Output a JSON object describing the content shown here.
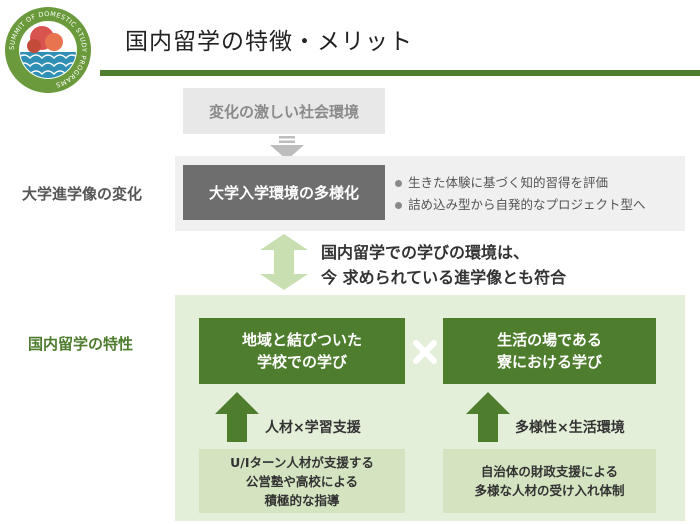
{
  "logo": {
    "ring_text": "SUMMIT OF DOMESTIC STUDY PROGRAMS",
    "colors": {
      "ring": "#6a9a3c",
      "leaf": "#d9534f",
      "wave": "#2f8fb5"
    }
  },
  "header": {
    "title": "国内留学の特徴・メリット"
  },
  "diagram": {
    "top_env": "変化の激しい社会環境",
    "change_label": "大学進学像の変化",
    "center_box": "大学入学環境の多様化",
    "bullets": [
      "生きた体験に基づく知的習得を評価",
      "詰め込み型から自発的なプロジェクト型へ"
    ],
    "message": {
      "line1": "国内留学での学びの環境は、",
      "line2": "今 求められている進学像とも符合"
    },
    "trait_label": "国内留学の特性",
    "left": {
      "box_line1": "地域と結びついた",
      "box_line2": "学校での学び",
      "sub_label": "人材×学習支援",
      "detail_line1": "U/Iターン人材が支援する",
      "detail_line2": "公営塾や高校による",
      "detail_line3": "積極的な指導"
    },
    "right": {
      "box_line1": "生活の場である",
      "box_line2": "寮における学び",
      "sub_label": "多様性×生活環境",
      "detail_line1": "自治体の財政支援による",
      "detail_line2": "多様な人材の受け入れ体制"
    }
  },
  "colors": {
    "green": "#4e7d2e",
    "light_green": "#e4efd9",
    "grey": "#e8e8e8",
    "dark_grey": "#6e6e6e"
  }
}
